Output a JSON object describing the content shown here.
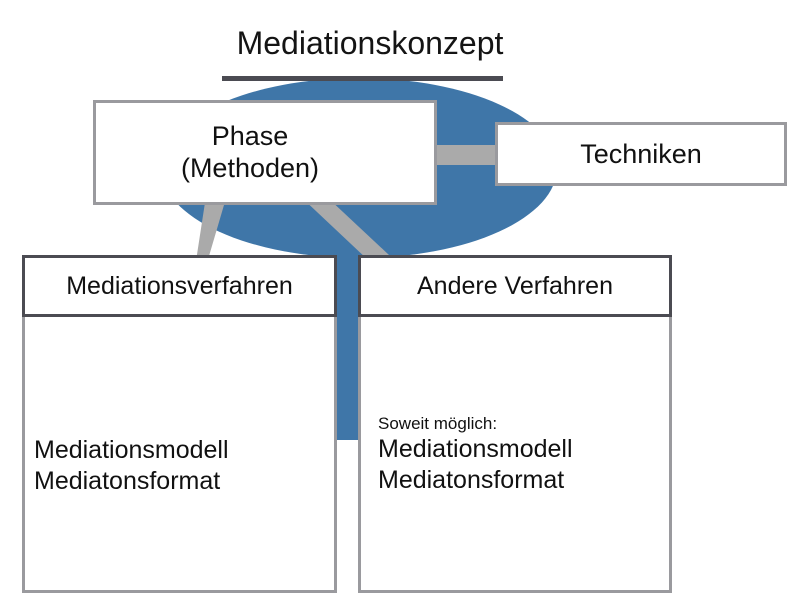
{
  "diagram": {
    "title": "Mediationskonzept",
    "colors": {
      "oval_blue": "#3f76a8",
      "arrow_gray": "#aaaaaa",
      "box_border_light": "#9a9a9e",
      "box_border_dark": "#4b4b52",
      "text": "#111111"
    },
    "nodes": {
      "phase": {
        "line1": "Phase",
        "line2": "(Methoden)"
      },
      "techniken": {
        "label": "Techniken"
      },
      "mediationsverfahren": {
        "header": "Mediationsverfahren",
        "body_line1": "Mediationsmodell",
        "body_line2": "Mediatonsformat"
      },
      "andere_verfahren": {
        "header": "Andere Verfahren",
        "body_note": "Soweit möglich:",
        "body_line1": "Mediationsmodell",
        "body_line2": "Mediatonsformat"
      }
    },
    "arrows": [
      {
        "name": "techniken-to-phase",
        "from": "Techniken",
        "to": "Phase (Methoden)",
        "direction": "left"
      },
      {
        "name": "phase-to-mediationsverfahren",
        "from": "Phase (Methoden)",
        "to": "Mediationsverfahren",
        "direction": "down-left"
      },
      {
        "name": "phase-to-andere-verfahren",
        "from": "Phase (Methoden)",
        "to": "Andere Verfahren",
        "direction": "down-right"
      }
    ]
  }
}
